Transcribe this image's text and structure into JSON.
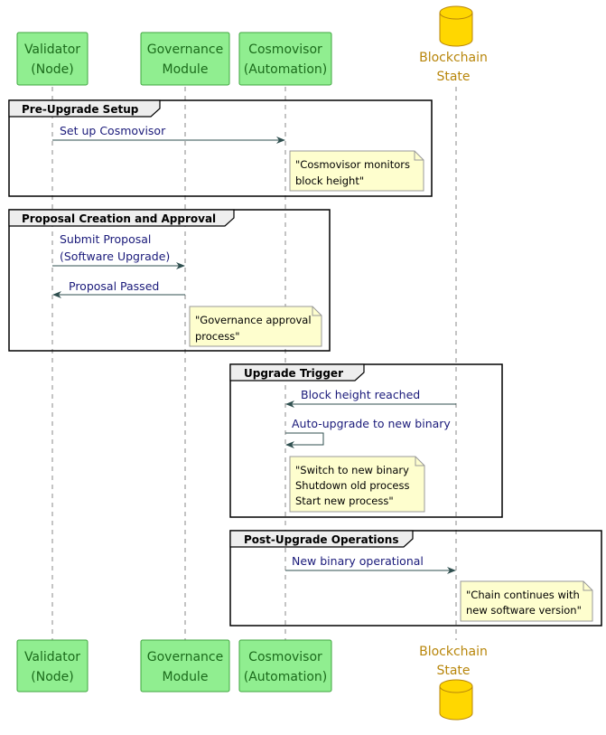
{
  "participants": {
    "validator": {
      "line1": "Validator",
      "line2": "(Node)"
    },
    "governance": {
      "line1": "Governance",
      "line2": "Module"
    },
    "cosmovisor": {
      "line1": "Cosmovisor",
      "line2": "(Automation)"
    },
    "blockchain": {
      "line1": "Blockchain",
      "line2": "State"
    }
  },
  "frames": [
    {
      "title": "Pre-Upgrade Setup"
    },
    {
      "title": "Proposal Creation and Approval"
    },
    {
      "title": "Upgrade Trigger"
    },
    {
      "title": "Post-Upgrade Operations"
    }
  ],
  "messages": [
    {
      "lines": [
        "Set up Cosmovisor"
      ]
    },
    {
      "lines": [
        "Submit Proposal",
        "(Software Upgrade)"
      ]
    },
    {
      "lines": [
        "Proposal Passed"
      ]
    },
    {
      "lines": [
        "Block height reached"
      ]
    },
    {
      "lines": [
        "Auto-upgrade to new binary"
      ]
    },
    {
      "lines": [
        "New binary operational"
      ]
    }
  ],
  "notes": [
    {
      "lines": [
        "\"Cosmovisor monitors",
        "block height\""
      ]
    },
    {
      "lines": [
        "\"Governance approval",
        "process\""
      ]
    },
    {
      "lines": [
        "\"Switch to new binary",
        "Shutdown old process",
        "Start new process\""
      ]
    },
    {
      "lines": [
        "\"Chain continues with",
        "new software version\""
      ]
    }
  ],
  "colors": {
    "participant_fill": "#90EE90",
    "participant_border": "#3fa53f",
    "participant_text": "#1b6b1b",
    "database_fill": "#FFD700",
    "database_text": "#b8860b",
    "arrow": "#2f4f4f",
    "message_text": "#1a1a7a",
    "note_fill": "#FEFECE"
  }
}
